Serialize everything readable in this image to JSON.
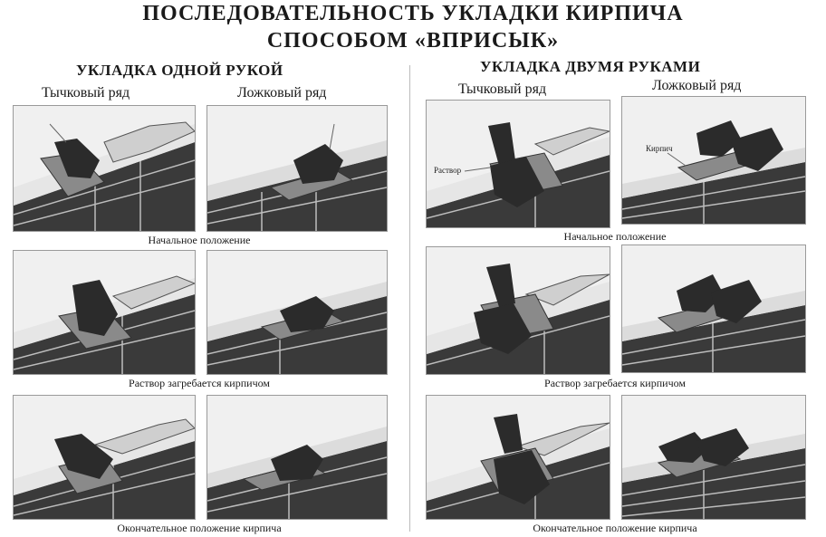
{
  "title": {
    "line1": "ПОСЛЕДОВАТЕЛЬНОСТЬ УКЛАДКИ КИРПИЧА",
    "line2": "СПОСОБОМ «ВПРИСЫК»"
  },
  "sections": {
    "one_hand": {
      "heading": "УКЛАДКА ОДНОЙ РУКОЙ",
      "col_header": "Тычковый ряд",
      "col_stretcher": "Ложковый ряд"
    },
    "two_hands": {
      "heading": "УКЛАДКА ДВУМЯ РУКАМИ",
      "col_header": "Тычковый ряд",
      "col_stretcher": "Ложковый ряд",
      "label_mortar": "Раствор",
      "label_brick": "Кирпич"
    }
  },
  "captions": {
    "step1": "Начальное положение",
    "step2": "Раствор загребается кирпичом",
    "step3": "Окончательное положение кирпича"
  }
}
